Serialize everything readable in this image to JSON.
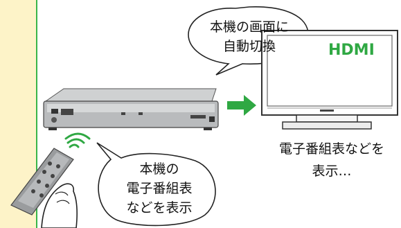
{
  "sidebar": {
    "color": "#fdf3c8",
    "border_color": "#39b54a"
  },
  "tv_bubble": {
    "line1": "本機の画面に",
    "line2": "自動切換"
  },
  "tv_screen_label": "HDMI",
  "tv_caption": {
    "line1": "電子番組表などを",
    "line2": "表示…"
  },
  "remote_bubble": {
    "line1": "本機の",
    "line2": "電子番組表",
    "line3": "などを表示"
  },
  "arrow": {
    "color": "#2fa843"
  },
  "remote_signal": {
    "color": "#2fa843"
  }
}
